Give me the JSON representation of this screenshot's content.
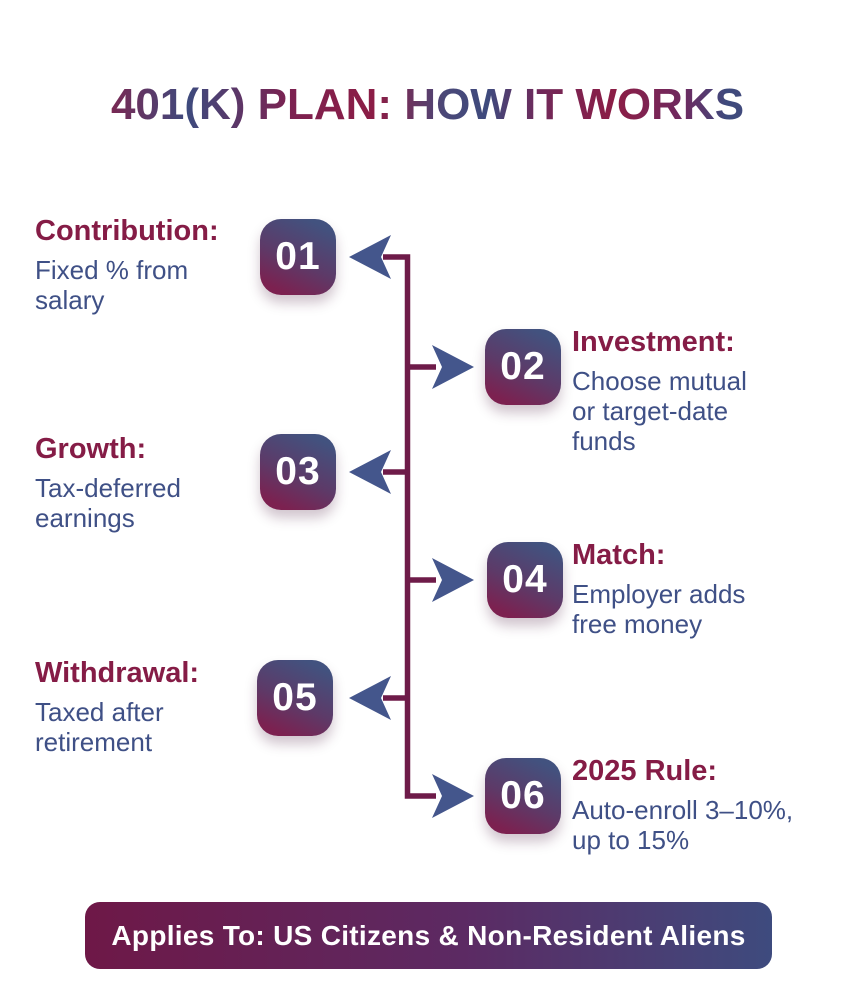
{
  "title": "401(K) PLAN: HOW IT WORKS",
  "steps": [
    {
      "num": "01",
      "heading": "Contribution:",
      "desc": "Fixed % from\nsalary",
      "side": "left"
    },
    {
      "num": "02",
      "heading": "Investment:",
      "desc": "Choose mutual\nor target-date\nfunds",
      "side": "right"
    },
    {
      "num": "03",
      "heading": "Growth:",
      "desc": "Tax-deferred\nearnings",
      "side": "left"
    },
    {
      "num": "04",
      "heading": "Match:",
      "desc": "Employer adds\nfree money",
      "side": "right"
    },
    {
      "num": "05",
      "heading": "Withdrawal:",
      "desc": "Taxed after\nretirement",
      "side": "left"
    },
    {
      "num": "06",
      "heading": "2025 Rule:",
      "desc": "Auto-enroll 3–10%,\nup to 15%",
      "side": "right"
    }
  ],
  "footer": {
    "label": "Applies To: US Citizens & Non-Resident Aliens"
  },
  "colors": {
    "heading_maroon": "#851c46",
    "body_navy": "#3f5086",
    "connector_line": "#6e1b49",
    "arrowhead_navy": "#44568c",
    "badge_gradient_top": "#42527f",
    "badge_gradient_bottom": "#7c2150",
    "banner_gradient_left": "#6e1847",
    "banner_gradient_right": "#3e4b7e",
    "title_maroon": "#8c1d45",
    "title_navy": "#3e4a7d"
  }
}
